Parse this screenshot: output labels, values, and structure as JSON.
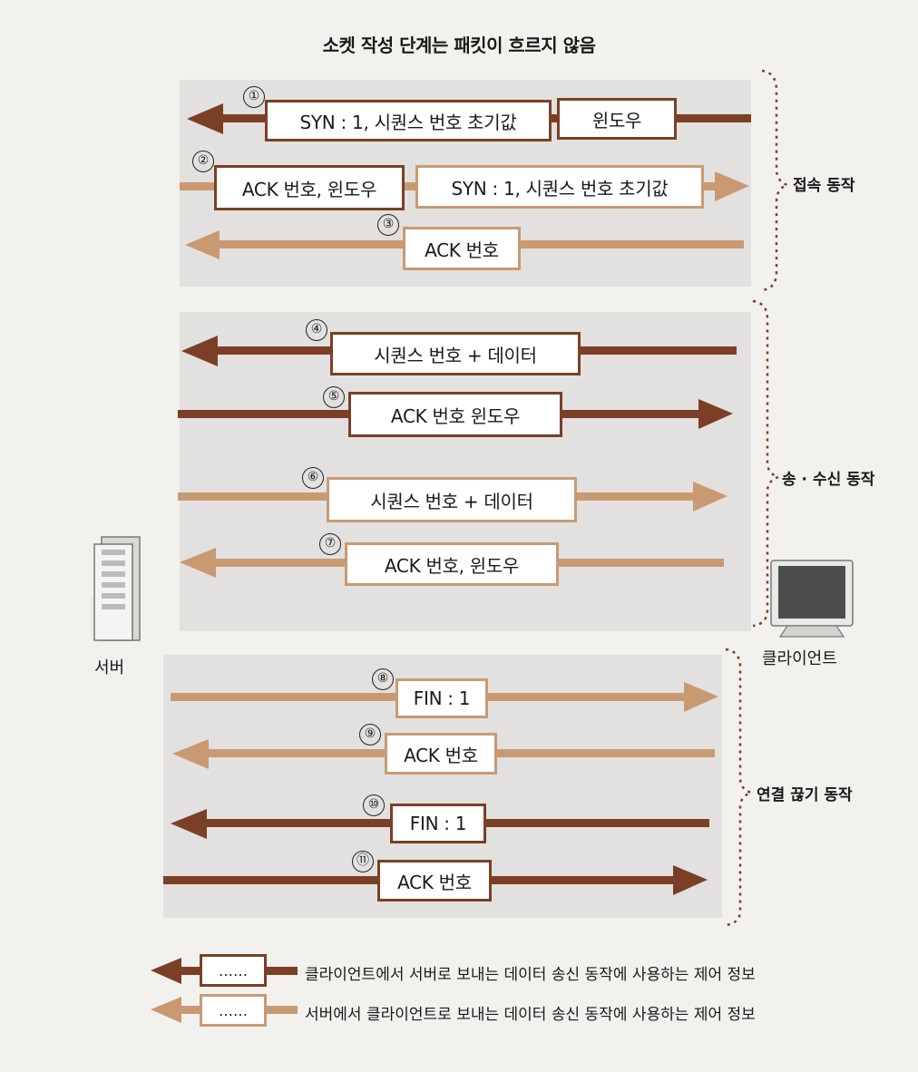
{
  "title": "소켓 작성 단계는 패킷이 흐르지 않음",
  "colors": {
    "client_to_server": "#7b3f26",
    "server_to_client": "#c99a72",
    "panel": "#e2e1df"
  },
  "phases": {
    "connect": "접속 동작",
    "transfer": "송 · 수신 동작",
    "disconnect": "연결 끊기 동작"
  },
  "devices": {
    "server": "서버",
    "client": "클라이언트",
    "server_icon": "server-tower-icon",
    "client_icon": "monitor-icon"
  },
  "steps": [
    {
      "num": "①",
      "boxes": [
        "SYN : 1, 시퀀스 번호 초기값",
        "윈도우"
      ],
      "direction": "client-to-server"
    },
    {
      "num": "②",
      "boxes": [
        "ACK 번호, 윈도우",
        "SYN : 1, 시퀀스 번호 초기값"
      ],
      "direction": "server-to-client"
    },
    {
      "num": "③",
      "boxes": [
        "ACK 번호"
      ],
      "direction": "client-to-server"
    },
    {
      "num": "④",
      "boxes": [
        "시퀀스 번호 + 데이터"
      ],
      "direction": "client-to-server"
    },
    {
      "num": "⑤",
      "boxes": [
        "ACK 번호 윈도우"
      ],
      "direction": "server-to-client"
    },
    {
      "num": "⑥",
      "boxes": [
        "시퀀스 번호 + 데이터"
      ],
      "direction": "server-to-client"
    },
    {
      "num": "⑦",
      "boxes": [
        "ACK 번호, 윈도우"
      ],
      "direction": "client-to-server"
    },
    {
      "num": "⑧",
      "boxes": [
        "FIN : 1"
      ],
      "direction": "server-to-client"
    },
    {
      "num": "⑨",
      "boxes": [
        "ACK 번호"
      ],
      "direction": "client-to-server"
    },
    {
      "num": "⑩",
      "boxes": [
        "FIN : 1"
      ],
      "direction": "client-to-server"
    },
    {
      "num": "⑪",
      "boxes": [
        "ACK 번호"
      ],
      "direction": "server-to-client"
    }
  ],
  "legend": {
    "box_text": "……",
    "dark_text": "클라이언트에서 서버로 보내는 데이터 송신 동작에 사용하는 제어 정보",
    "light_text": "서버에서 클라이언트로 보내는 데이터 송신 동작에 사용하는 제어 정보"
  }
}
